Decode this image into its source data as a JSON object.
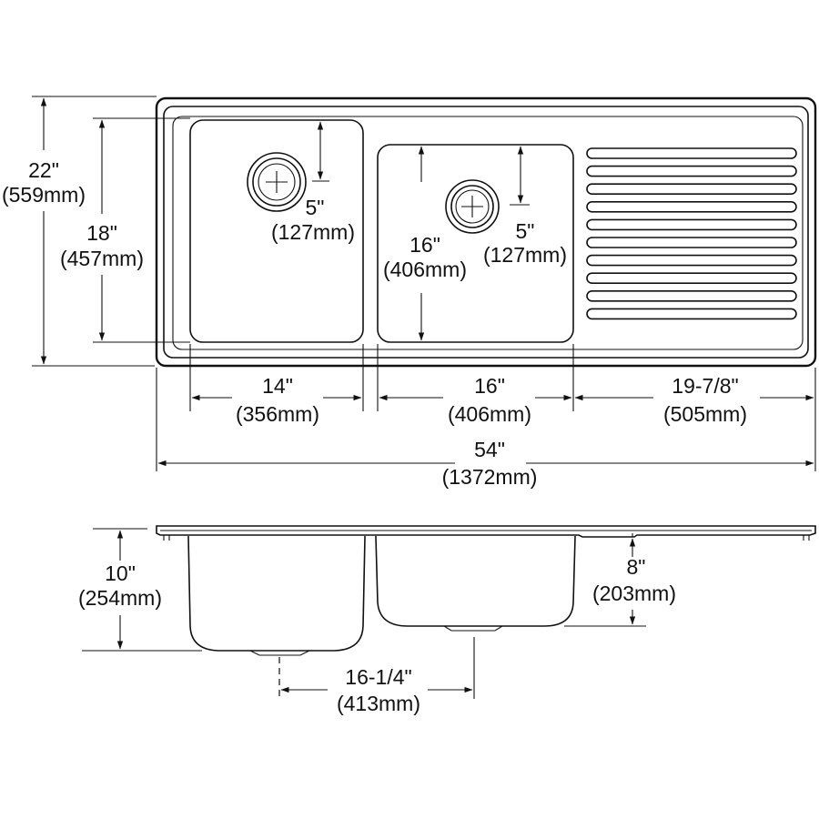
{
  "colors": {
    "line": "#111111",
    "background": "#ffffff"
  },
  "top_view": {
    "overall_depth": {
      "imperial": "22\"",
      "metric": "(559mm)"
    },
    "left_bowl_depth": {
      "imperial": "18\"",
      "metric": "(457mm)"
    },
    "left_drain_offset": {
      "imperial": "5\"",
      "metric": "(127mm)"
    },
    "right_bowl_depth": {
      "imperial": "16\"",
      "metric": "(406mm)"
    },
    "right_drain_offset": {
      "imperial": "5\"",
      "metric": "(127mm)"
    },
    "left_bowl_width": {
      "imperial": "14\"",
      "metric": "(356mm)"
    },
    "right_bowl_width": {
      "imperial": "16\"",
      "metric": "(406mm)"
    },
    "drainboard_width": {
      "imperial": "19-7/8\"",
      "metric": "(505mm)"
    },
    "overall_width": {
      "imperial": "54\"",
      "metric": "(1372mm)"
    },
    "drainboard_ribs": 10
  },
  "side_view": {
    "left_bowl_height": {
      "imperial": "10\"",
      "metric": "(254mm)"
    },
    "right_bowl_height": {
      "imperial": "8\"",
      "metric": "(203mm)"
    },
    "drain_spacing": {
      "imperial": "16-1/4\"",
      "metric": "(413mm)"
    }
  }
}
